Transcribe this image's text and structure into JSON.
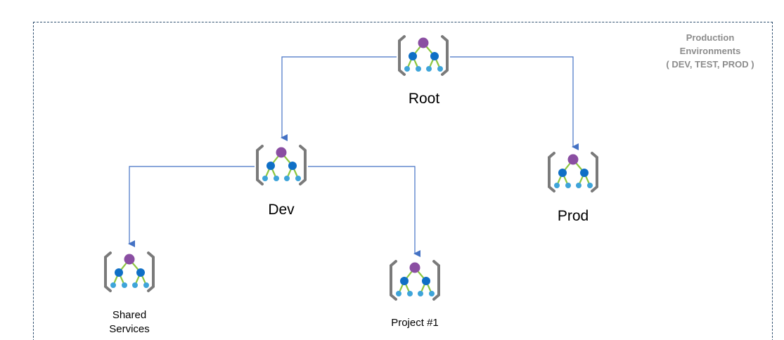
{
  "diagram": {
    "title": {
      "line1": "Production",
      "line2": "Environments",
      "line3": "( DEV, TEST, PROD )"
    },
    "nodes": [
      {
        "id": "root",
        "label": "Root",
        "icon": "management-group-icon"
      },
      {
        "id": "dev",
        "label": "Dev",
        "icon": "management-group-icon"
      },
      {
        "id": "prod",
        "label": "Prod",
        "icon": "management-group-icon"
      },
      {
        "id": "shared",
        "label_line1": "Shared",
        "label_line2": "Services",
        "icon": "management-group-icon"
      },
      {
        "id": "project1",
        "label": "Project #1",
        "icon": "management-group-icon"
      }
    ],
    "edges": [
      {
        "from": "root",
        "to": "dev"
      },
      {
        "from": "root",
        "to": "prod"
      },
      {
        "from": "dev",
        "to": "shared"
      },
      {
        "from": "dev",
        "to": "project1"
      }
    ],
    "colors": {
      "frame": "#2f4f6f",
      "connector": "#4472c4",
      "bracket": "#7a7a7a",
      "top_node": "#8a4ea2",
      "mid_node": "#0f6fc6",
      "leaf_node": "#3ea4d9",
      "link": "#8cc63f",
      "title": "#8c8c8c"
    }
  }
}
